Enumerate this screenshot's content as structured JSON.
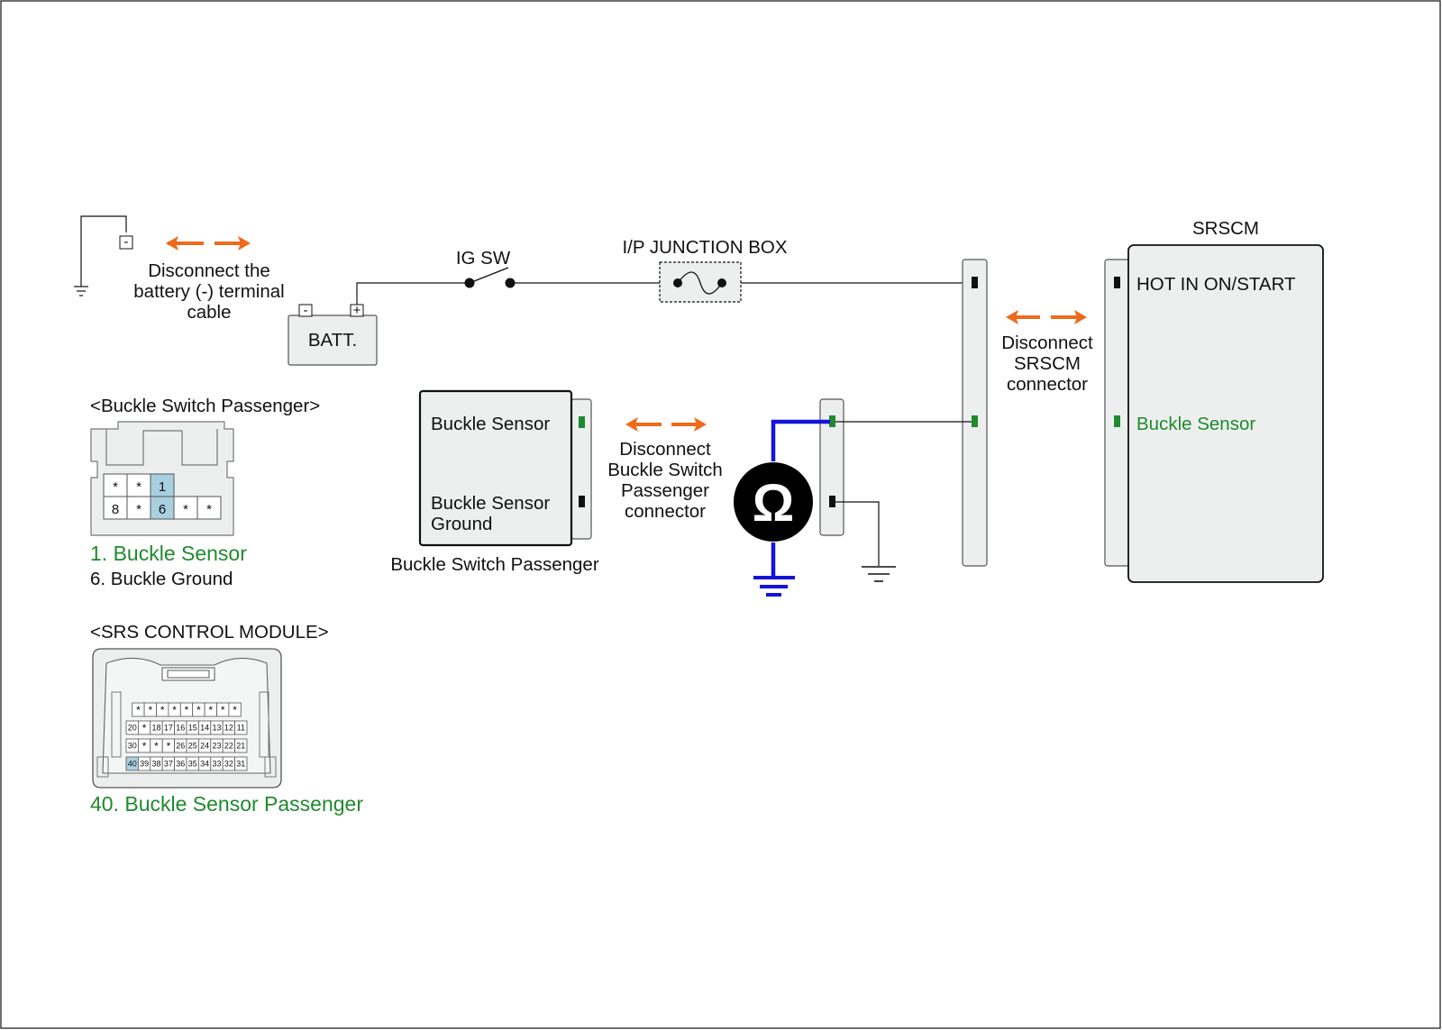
{
  "diagram": {
    "battery_step": {
      "minus_terminal": "-",
      "plus_terminal": "+",
      "instruction_lines": [
        "Disconnect the",
        "battery (-) terminal",
        "cable"
      ],
      "battery_label": "BATT."
    },
    "ig_switch_label": "IG SW",
    "junction_box_label": "I/P JUNCTION BOX",
    "srscm": {
      "title": "SRSCM",
      "hot_label": "HOT IN ON/START",
      "buckle_label": "Buckle Sensor",
      "instruction_lines": [
        "Disconnect",
        "SRSCM",
        "connector"
      ]
    },
    "buckle_switch": {
      "sensor_label": "Buckle Sensor",
      "ground_label_lines": [
        "Buckle Sensor",
        "Ground"
      ],
      "caption": "Buckle Switch Passenger",
      "instruction_lines": [
        "Disconnect",
        "Buckle Switch",
        "Passenger",
        "connector"
      ]
    },
    "ohmmeter_symbol": "Ω",
    "connector_buckle": {
      "title": "<Buckle Switch Passenger>",
      "row1": [
        "*",
        "*",
        "1"
      ],
      "row2": [
        "8",
        "*",
        "6",
        "*",
        "*"
      ],
      "pin_notes": [
        "1. Buckle Sensor",
        "6. Buckle Ground"
      ]
    },
    "connector_srs": {
      "title": "<SRS CONTROL MODULE>",
      "row1": [
        "*",
        "*",
        "*",
        "*",
        "*",
        "*",
        "*",
        "*",
        "*"
      ],
      "row2": [
        "20",
        "*",
        "18",
        "17",
        "16",
        "15",
        "14",
        "13",
        "12",
        "11"
      ],
      "row3": [
        "30",
        "*",
        "*",
        "*",
        "26",
        "25",
        "24",
        "23",
        "22",
        "21"
      ],
      "row4": [
        "40",
        "39",
        "38",
        "37",
        "36",
        "35",
        "34",
        "33",
        "32",
        "31"
      ],
      "pin_note": "40. Buckle Sensor Passenger"
    }
  },
  "colors": {
    "arrow": "#ee6a1a",
    "highlight_wire": "#1414d8",
    "sensor_green": "#1f8a2e",
    "pin_highlight": "#a8d0e0",
    "component_fill": "#ecefee"
  }
}
